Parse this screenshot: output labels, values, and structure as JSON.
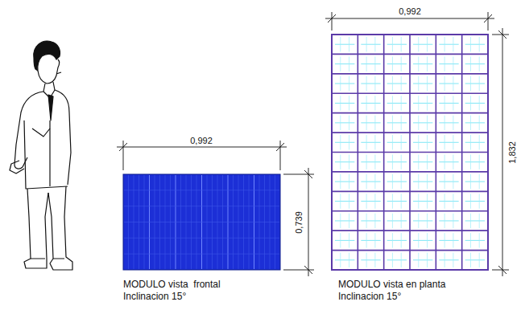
{
  "diagram": {
    "labels": [
      "0,992",
      "0,739",
      "MODULO vista  frontal",
      "Inclinacion 15°",
      "0,992",
      "1,832",
      "MODULO vista en planta",
      "Inclinacion 15°"
    ]
  }
}
